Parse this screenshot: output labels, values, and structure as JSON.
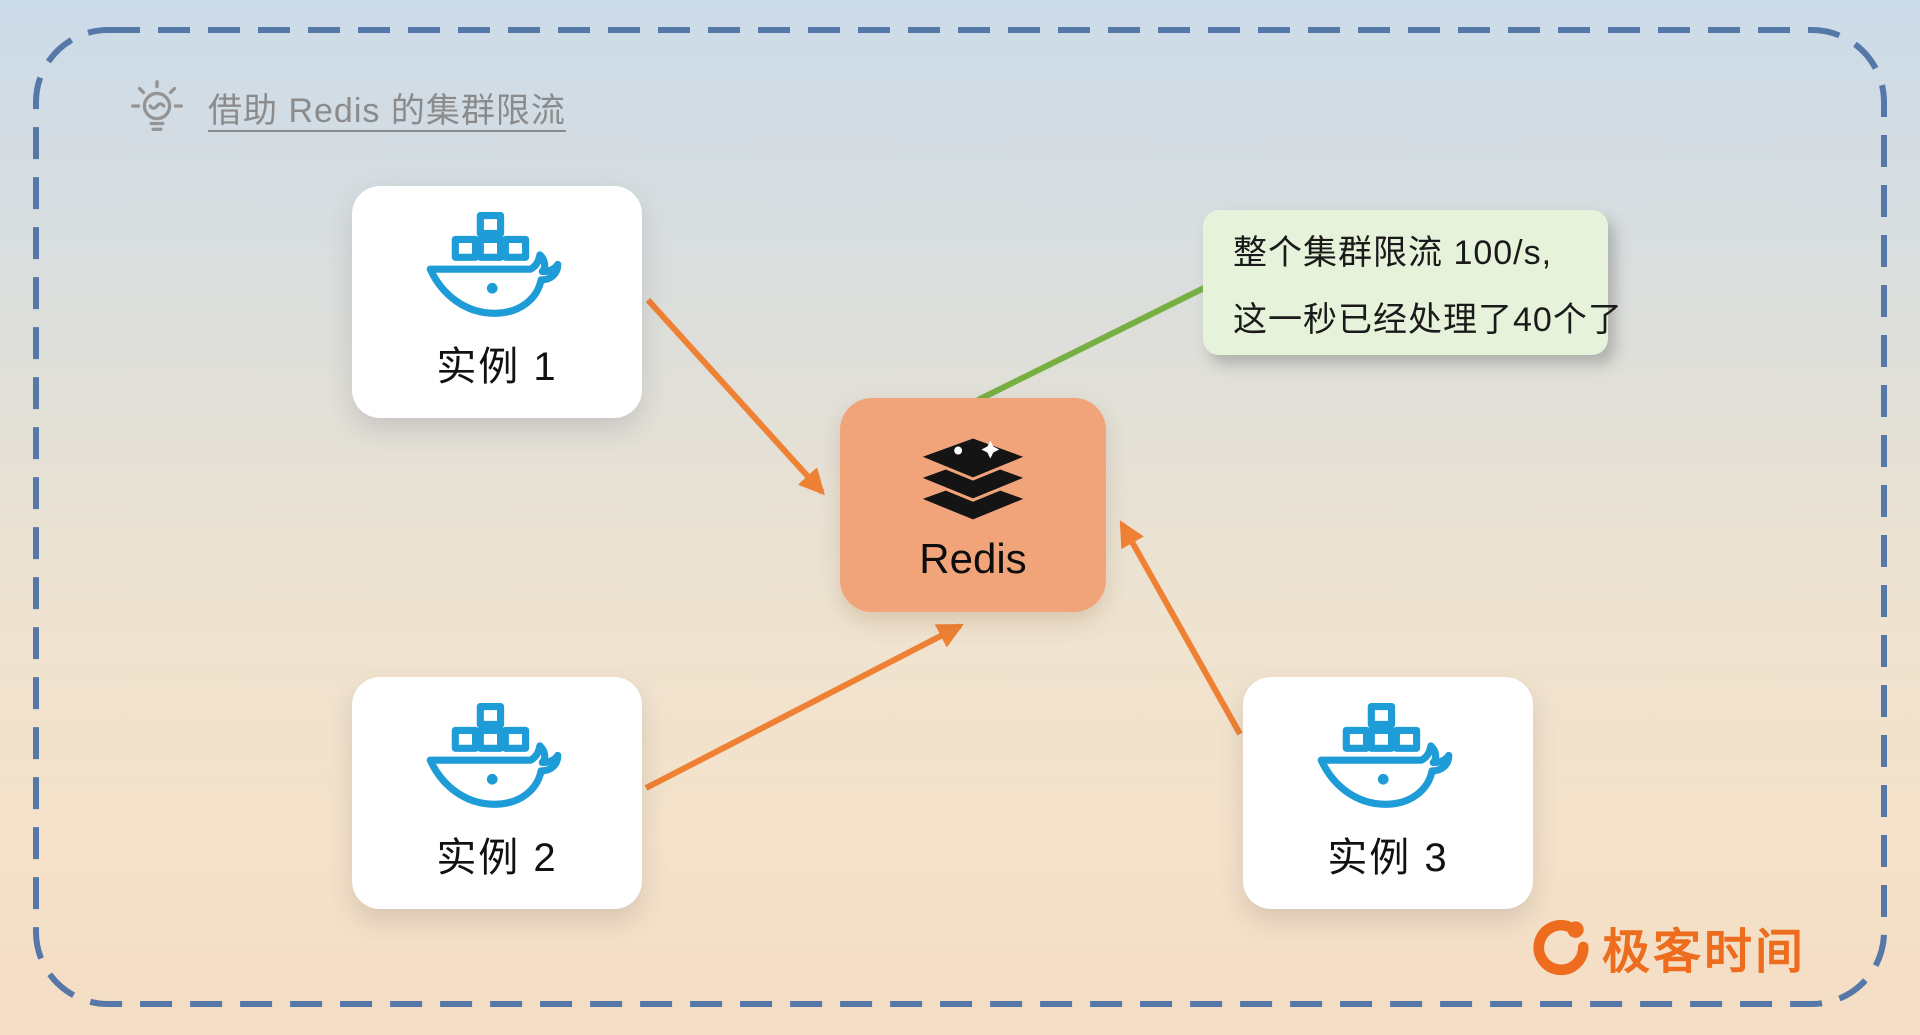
{
  "header": {
    "title": "借助 Redis 的集群限流",
    "icon": "lightbulb-icon"
  },
  "nodes": {
    "instance1": {
      "label": "实例 1",
      "icon": "docker-icon"
    },
    "instance2": {
      "label": "实例 2",
      "icon": "docker-icon"
    },
    "instance3": {
      "label": "实例 3",
      "icon": "docker-icon"
    },
    "redis": {
      "label": "Redis",
      "icon": "redis-icon"
    }
  },
  "callout": {
    "line1": "整个集群限流 100/s,",
    "line2": "这一秒已经处理了40个了"
  },
  "edges": [
    {
      "from": "instance1",
      "to": "redis",
      "color": "#ef8134",
      "arrow": true
    },
    {
      "from": "instance2",
      "to": "redis",
      "color": "#ef8134",
      "arrow": true
    },
    {
      "from": "instance3",
      "to": "redis",
      "color": "#ef8134",
      "arrow": true
    },
    {
      "from": "redis",
      "to": "callout",
      "color": "#76b043",
      "arrow": false
    }
  ],
  "brand": {
    "name": "极客时间",
    "icon": "geektime-logo-icon",
    "color": "#ed6c1e"
  },
  "colors": {
    "border_dashed": "#5578a8",
    "background_top": "#ccdbe9",
    "background_bottom": "#f3ddc4",
    "arrow_orange": "#ef8134",
    "line_green": "#76b043",
    "redis_box": "#f1a47a",
    "docker_blue": "#1e9cd7",
    "callout_bg": "#e6f2d9",
    "title_gray": "#8b8b8b",
    "brand_orange": "#ed6c1e"
  }
}
